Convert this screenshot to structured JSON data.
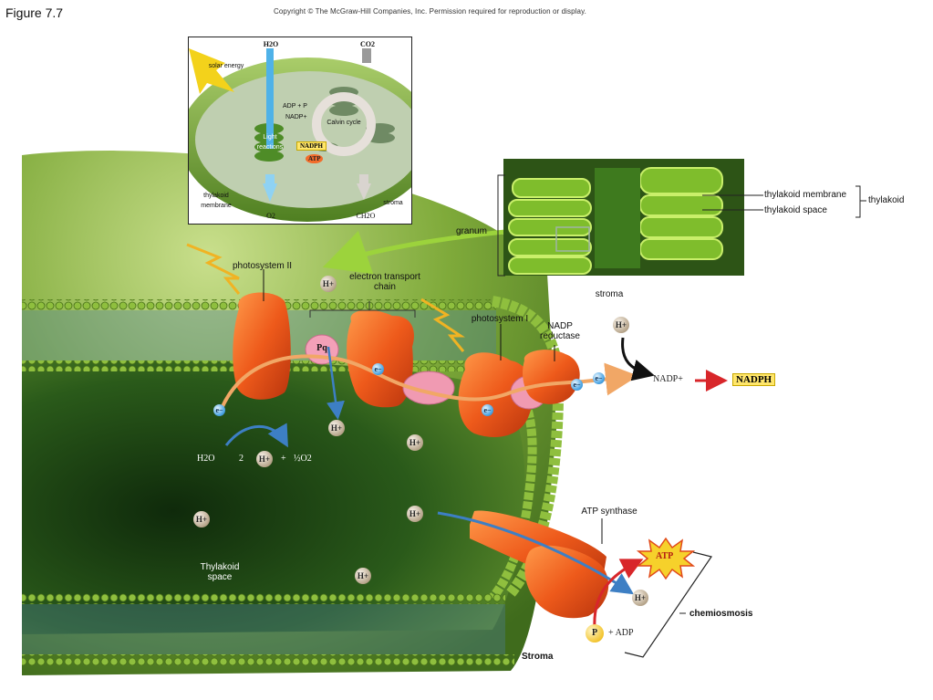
{
  "figure": {
    "label": "Figure 7.7",
    "copyright": "Copyright © The McGraw-Hill Companies, Inc. Permission required for reproduction or display."
  },
  "inset_chloroplast": {
    "h2o": "H2O",
    "co2": "CO2",
    "solar_energy": "solar energy",
    "adp_p": "ADP + P",
    "nadp_plus": "NADP+",
    "light_reactions": "Light reactions",
    "nadph": "NADPH",
    "atp": "ATP",
    "calvin_cycle": "Calvin cycle",
    "thylakoid_membrane": "thylakoid membrane",
    "stroma": "stroma",
    "o2": "O2",
    "ch2o": "CH2O"
  },
  "inset_granum": {
    "thylakoid_membrane": "thylakoid membrane",
    "thylakoid_space": "thylakoid space",
    "thylakoid": "thylakoid",
    "granum": "granum",
    "stroma": "stroma"
  },
  "main": {
    "photosystem_ii": "photosystem II",
    "electron_transport_chain": "electron transport chain",
    "photosystem_i": "photosystem I",
    "nadp_reductase": "NADP reductase",
    "pq": "Pq",
    "h_ion": "H+",
    "e_ion": "e−",
    "nadp_plus": "NADP+",
    "nadph": "NADPH",
    "h2o": "H2O",
    "two": "2",
    "plus": "+",
    "half_o2": "½O2",
    "atp_synthase": "ATP synthase",
    "atp": "ATP",
    "p": "P",
    "plus_adp": "+ ADP",
    "chemiosmosis": "chemiosmosis",
    "thylakoid_space": "Thylakoid space",
    "stroma": "Stroma"
  },
  "colors": {
    "membrane_green": "#6f9b2a",
    "lumen_dark": "#1c3f14",
    "protein_orange": "#e8521c",
    "nadph_yellow": "#ffe66b",
    "arrow_red": "#d8262a",
    "electron_blue": "#4aa3e3"
  }
}
